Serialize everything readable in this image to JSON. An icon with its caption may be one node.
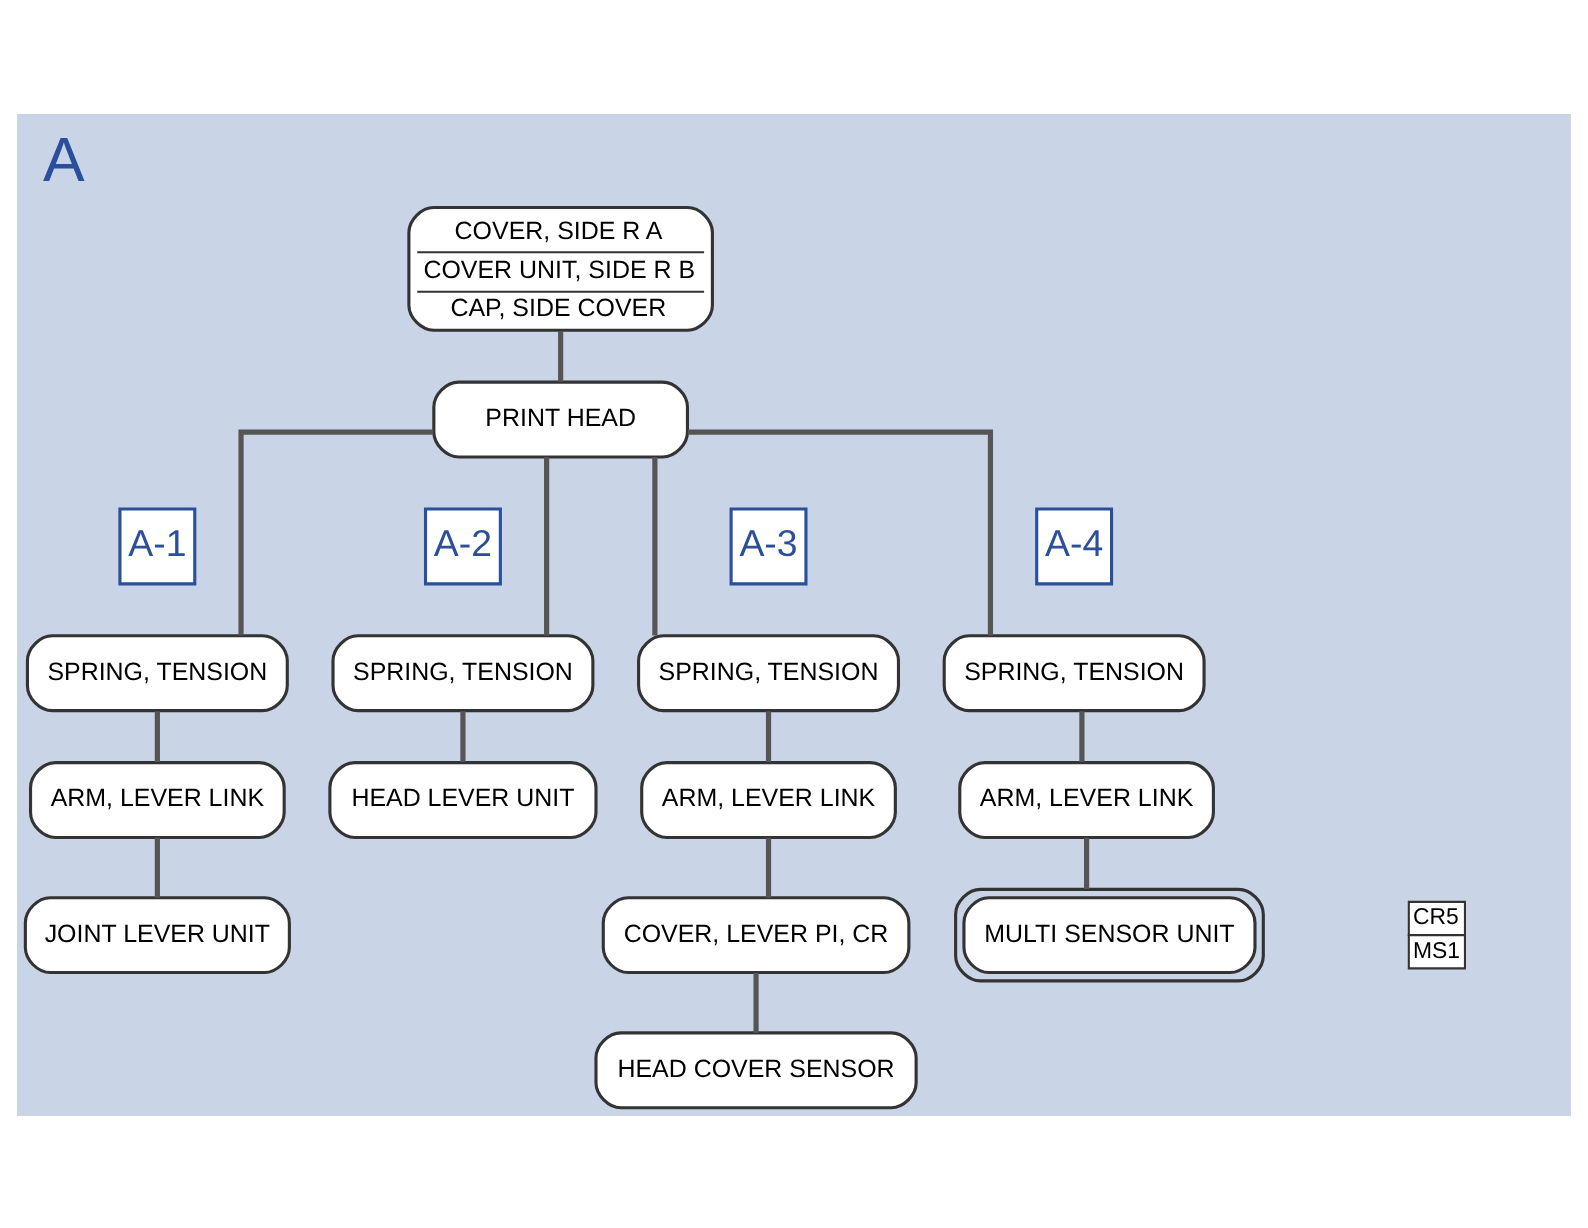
{
  "diagram": {
    "title": "A",
    "nodes": [
      {
        "text": [
          "COVER, SIDE R A",
          "COVER UNIT, SIDE R B",
          "CAP, SIDE COVER"
        ]
      },
      {
        "text": [
          "PRINT HEAD"
        ]
      },
      {
        "text": [
          "SPRING, TENSION"
        ]
      },
      {
        "text": [
          "ARM, LEVER LINK"
        ]
      },
      {
        "text": [
          "JOINT LEVER UNIT"
        ]
      },
      {
        "text": [
          "SPRING, TENSION"
        ]
      },
      {
        "text": [
          "HEAD LEVER UNIT"
        ]
      },
      {
        "text": [
          "SPRING, TENSION"
        ]
      },
      {
        "text": [
          "ARM, LEVER LINK"
        ]
      },
      {
        "text": [
          "COVER, LEVER PI, CR"
        ]
      },
      {
        "text": [
          "HEAD COVER SENSOR"
        ]
      },
      {
        "text": [
          "SPRING, TENSION"
        ]
      },
      {
        "text": [
          "ARM, LEVER LINK"
        ]
      },
      {
        "text": [
          "MULTI SENSOR UNIT"
        ],
        "beside": [
          "CR5",
          "MS1"
        ]
      }
    ],
    "edges": [
      {
        "from": 0,
        "to": 1,
        "arrow": "none"
      },
      {
        "from": 1,
        "to": 2,
        "arrow": "none"
      },
      {
        "from": 1,
        "to": 5,
        "arrow": "none"
      },
      {
        "from": 1,
        "to": 7,
        "arrow": "none"
      },
      {
        "from": 1,
        "to": 11,
        "arrow": "none"
      },
      {
        "from": 2,
        "to": 3,
        "arrow": "none"
      },
      {
        "from": 3,
        "to": 4,
        "arrow": "none"
      },
      {
        "from": 5,
        "to": 6,
        "arrow": "none"
      },
      {
        "from": 7,
        "to": 8,
        "arrow": "none"
      },
      {
        "from": 8,
        "to": 9,
        "arrow": "none"
      },
      {
        "from": 9,
        "to": 10,
        "arrow": "none"
      },
      {
        "from": 11,
        "to": 12,
        "arrow": "none"
      },
      {
        "from": 12,
        "to": 13,
        "arrow": "none"
      }
    ],
    "labels": [
      "A-1",
      "A-2",
      "A-3",
      "A-4"
    ]
  }
}
